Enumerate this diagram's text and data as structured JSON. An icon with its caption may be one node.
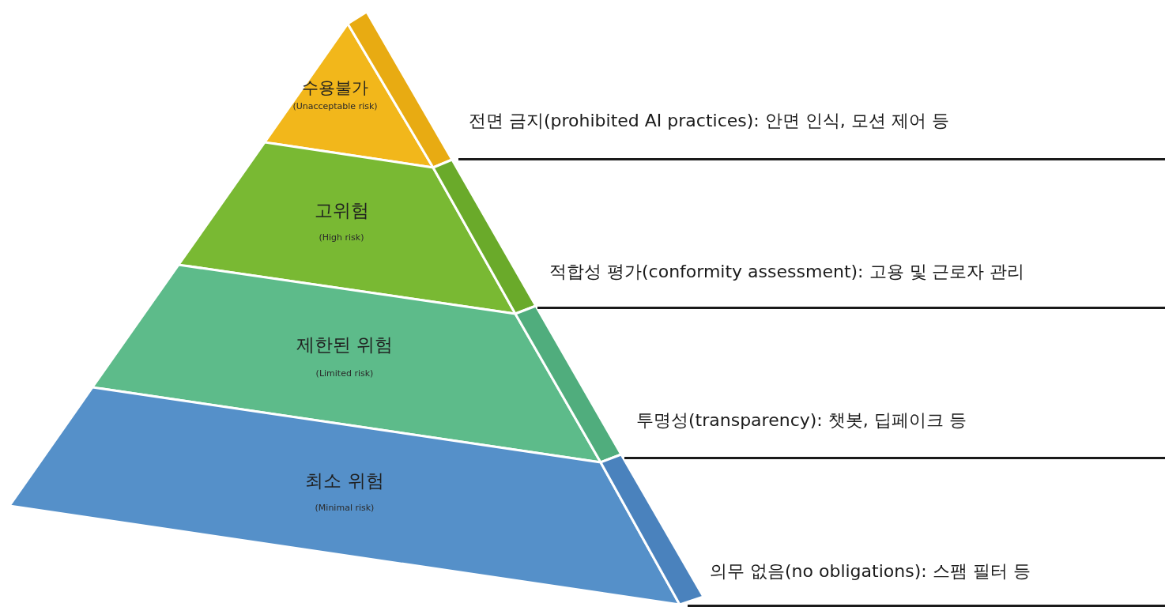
{
  "diagram": {
    "nodes": [
      {
        "text": [
          "수용불가",
          "(Unacceptable risk)"
        ]
      },
      {
        "text": [
          "고위험",
          "(High risk)"
        ]
      },
      {
        "text": [
          "제한된 위험",
          "(Limited risk)"
        ]
      },
      {
        "text": [
          "최소 위험",
          "(Minimal risk)"
        ]
      }
    ],
    "labels": [
      "전면 금지(prohibited AI practices): 안면 인식, 모션 제어 등",
      "적합성 평가(conformity assessment): 고용 및 근로자 관리",
      "투명성(transparency): 챗봇, 딥페이크 등",
      "의무 없음(no obligations): 스팸 필터 등"
    ]
  }
}
